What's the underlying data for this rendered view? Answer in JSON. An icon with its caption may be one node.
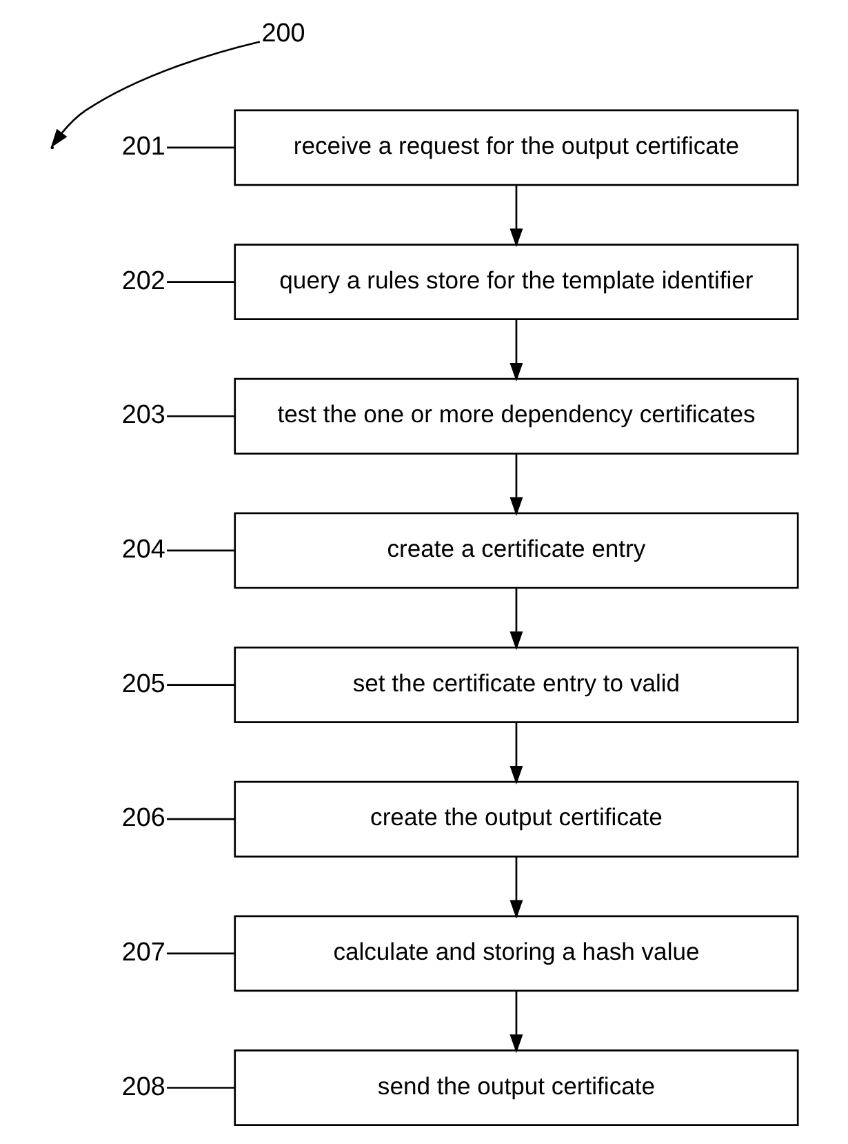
{
  "diagram": {
    "nodes": [
      {
        "text": [
          "receive a request for the output certificate"
        ]
      },
      {
        "text": [
          "query a rules store for the template identifier"
        ]
      },
      {
        "text": [
          "test the one or more dependency certificates"
        ]
      },
      {
        "text": [
          "create a certificate entry"
        ]
      },
      {
        "text": [
          "set the certificate entry to valid"
        ]
      },
      {
        "text": [
          "create the output certificate"
        ]
      },
      {
        "text": [
          "calculate and storing a hash value"
        ]
      },
      {
        "text": [
          "send the output certificate"
        ]
      },
      {
        "text": [
          "200"
        ]
      },
      {
        "text": [
          "201"
        ]
      },
      {
        "text": [
          "202"
        ]
      },
      {
        "text": [
          "203"
        ]
      },
      {
        "text": [
          "204"
        ]
      },
      {
        "text": [
          "205"
        ]
      },
      {
        "text": [
          "206"
        ]
      },
      {
        "text": [
          "207"
        ]
      },
      {
        "text": [
          "208"
        ]
      }
    ],
    "edges": [
      {
        "from": 0,
        "to": 1,
        "arrow": "to"
      },
      {
        "from": 1,
        "to": 2,
        "arrow": "to"
      },
      {
        "from": 2,
        "to": 3,
        "arrow": "to"
      },
      {
        "from": 3,
        "to": 4,
        "arrow": "to"
      },
      {
        "from": 4,
        "to": 5,
        "arrow": "to"
      },
      {
        "from": 5,
        "to": 6,
        "arrow": "to"
      },
      {
        "from": 6,
        "to": 7,
        "arrow": "to"
      },
      {
        "from": 8,
        "to": null,
        "arrow": "to"
      },
      {
        "from": 9,
        "to": 0,
        "arrow": "none"
      },
      {
        "from": 10,
        "to": 1,
        "arrow": "none"
      },
      {
        "from": 11,
        "to": 2,
        "arrow": "none"
      },
      {
        "from": 12,
        "to": 3,
        "arrow": "none"
      },
      {
        "from": 13,
        "to": 4,
        "arrow": "none"
      },
      {
        "from": 14,
        "to": 5,
        "arrow": "none"
      },
      {
        "from": 15,
        "to": 6,
        "arrow": "none"
      },
      {
        "from": 16,
        "to": 7,
        "arrow": "none"
      }
    ]
  }
}
